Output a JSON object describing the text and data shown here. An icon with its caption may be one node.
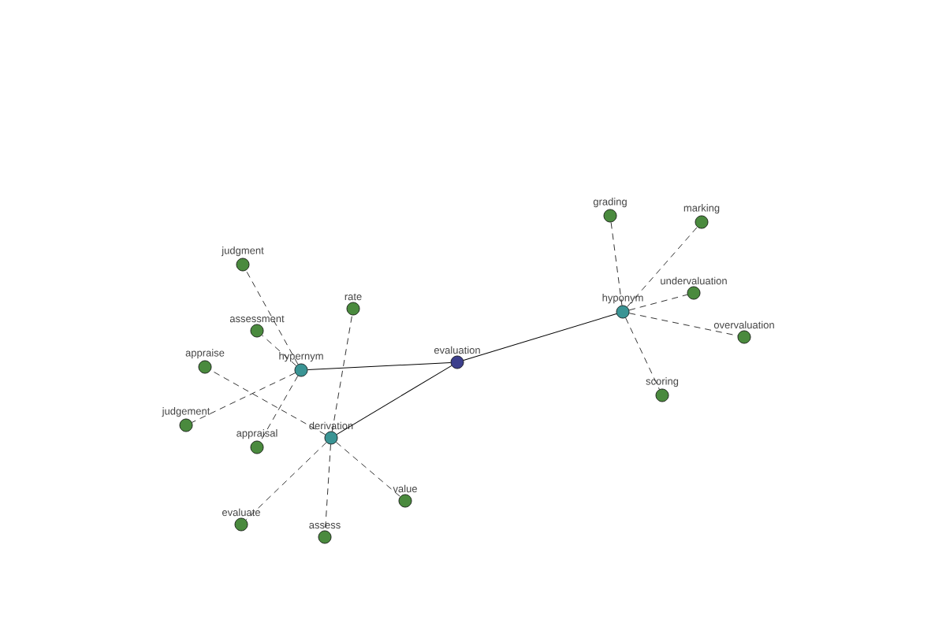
{
  "diagram": {
    "nodes": [
      {
        "text": [
          "evaluation"
        ]
      },
      {
        "text": [
          "hypernym"
        ]
      },
      {
        "text": [
          "derivation"
        ]
      },
      {
        "text": [
          "hyponym"
        ]
      },
      {
        "text": [
          "judgment"
        ]
      },
      {
        "text": [
          "assessment"
        ]
      },
      {
        "text": [
          "appraise"
        ]
      },
      {
        "text": [
          "judgement"
        ]
      },
      {
        "text": [
          "appraisal"
        ]
      },
      {
        "text": [
          "rate"
        ]
      },
      {
        "text": [
          "evaluate"
        ]
      },
      {
        "text": [
          "assess"
        ]
      },
      {
        "text": [
          "value"
        ]
      },
      {
        "text": [
          "grading"
        ]
      },
      {
        "text": [
          "marking"
        ]
      },
      {
        "text": [
          "undervaluation"
        ]
      },
      {
        "text": [
          "overvaluation"
        ]
      },
      {
        "text": [
          "scoring"
        ]
      }
    ],
    "edges": [
      {
        "from": 0,
        "to": 1,
        "arrow": "none"
      },
      {
        "from": 0,
        "to": 2,
        "arrow": "none"
      },
      {
        "from": 0,
        "to": 3,
        "arrow": "none"
      },
      {
        "from": 1,
        "to": 4,
        "arrow": "none",
        "style": "dashed"
      },
      {
        "from": 1,
        "to": 5,
        "arrow": "none",
        "style": "dashed"
      },
      {
        "from": 1,
        "to": 7,
        "arrow": "none",
        "style": "dashed"
      },
      {
        "from": 1,
        "to": 8,
        "arrow": "none",
        "style": "dashed"
      },
      {
        "from": 2,
        "to": 6,
        "arrow": "none",
        "style": "dashed"
      },
      {
        "from": 2,
        "to": 9,
        "arrow": "none",
        "style": "dashed"
      },
      {
        "from": 2,
        "to": 10,
        "arrow": "none",
        "style": "dashed"
      },
      {
        "from": 2,
        "to": 11,
        "arrow": "none",
        "style": "dashed"
      },
      {
        "from": 2,
        "to": 12,
        "arrow": "none",
        "style": "dashed"
      },
      {
        "from": 3,
        "to": 13,
        "arrow": "none",
        "style": "dashed"
      },
      {
        "from": 3,
        "to": 14,
        "arrow": "none",
        "style": "dashed"
      },
      {
        "from": 3,
        "to": 15,
        "arrow": "none",
        "style": "dashed"
      },
      {
        "from": 3,
        "to": 16,
        "arrow": "none",
        "style": "dashed"
      },
      {
        "from": 3,
        "to": 17,
        "arrow": "none",
        "style": "dashed"
      }
    ]
  }
}
